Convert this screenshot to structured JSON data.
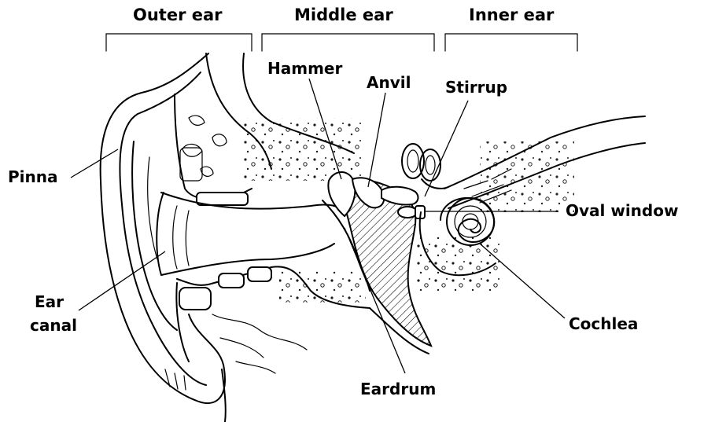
{
  "sections": [
    {
      "label": "Outer ear"
    },
    {
      "label": "Middle ear"
    },
    {
      "label": "Inner ear"
    }
  ],
  "labels": {
    "pinna": "Pinna",
    "ear_canal_1": "Ear",
    "ear_canal_2": "canal",
    "hammer": "Hammer",
    "anvil": "Anvil",
    "stirrup": "Stirrup",
    "oval_window": "Oval window",
    "cochlea": "Cochlea",
    "eardrum": "Eardrum"
  }
}
